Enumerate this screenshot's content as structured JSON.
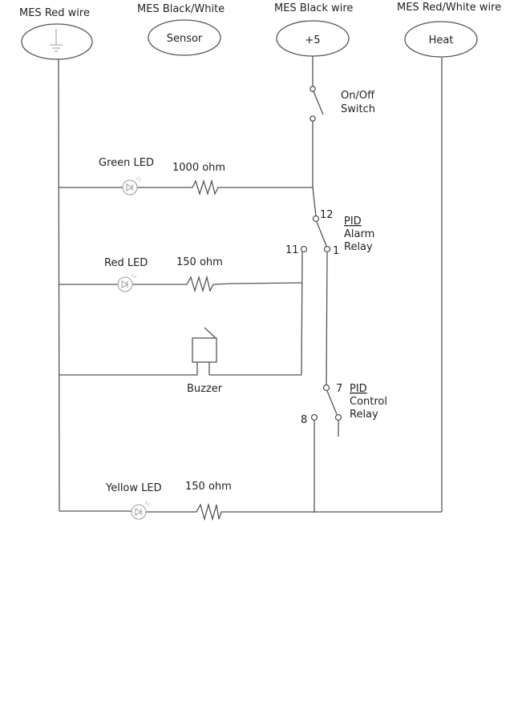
{
  "terminals": [
    {
      "wire_label": "MES Red wire",
      "symbol": "ground-icon",
      "text": ""
    },
    {
      "wire_label": "MES Black/White",
      "text": "Sensor"
    },
    {
      "wire_label": "MES Black wire",
      "text": "+5"
    },
    {
      "wire_label": "MES Red/White wire",
      "text": "Heat"
    }
  ],
  "switch": {
    "line1": "On/Off",
    "line2": "Switch"
  },
  "leds": {
    "green": {
      "label": "Green LED",
      "resistor": "1000 ohm"
    },
    "red": {
      "label": "Red LED",
      "resistor": "150 ohm"
    },
    "yellow": {
      "label": "Yellow LED",
      "resistor": "150 ohm"
    }
  },
  "buzzer": {
    "label": "Buzzer"
  },
  "alarm_relay": {
    "line1": "PID",
    "line2": "Alarm",
    "line3": "Relay",
    "pins": [
      "12",
      "11",
      "1"
    ]
  },
  "control_relay": {
    "line1": "PID",
    "line2": "Control",
    "line3": "Relay",
    "pins": [
      "7",
      "8"
    ]
  }
}
